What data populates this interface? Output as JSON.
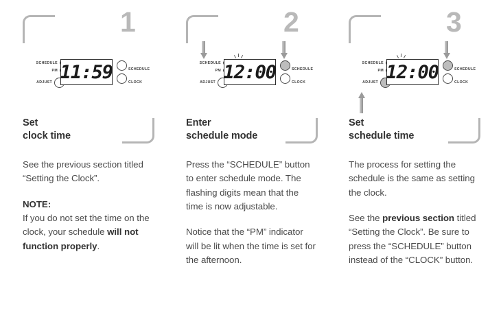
{
  "panels": [
    {
      "step": "1",
      "heading_line1": "Set",
      "heading_line2": "clock time",
      "device": {
        "display": "11:59",
        "left_labels": [
          "SCHEDULE",
          "PM",
          "ADJUST"
        ],
        "right_labels": [
          "SCHEDULE",
          "CLOCK"
        ],
        "schedule_indicator_lit": false,
        "pm_indicator_lit": false,
        "adjust_button_lit": false,
        "schedule_button_lit": false,
        "clock_button_lit": false,
        "flashing": false,
        "arrows": []
      },
      "body": [
        {
          "text": "See the previous section titled “Setting the Clock”."
        },
        {
          "note_label": "NOTE:",
          "text_pre": "If you do not set the time on the clock, your schedule ",
          "text_bold": "will not function properly",
          "text_post": "."
        }
      ]
    },
    {
      "step": "2",
      "heading_line1": "Enter",
      "heading_line2": "schedule mode",
      "device": {
        "display": "12:00",
        "left_labels": [
          "SCHEDULE",
          "PM",
          "ADJUST"
        ],
        "right_labels": [
          "SCHEDULE",
          "CLOCK"
        ],
        "schedule_indicator_lit": true,
        "pm_indicator_lit": false,
        "adjust_button_lit": false,
        "schedule_button_lit": true,
        "clock_button_lit": false,
        "flashing": true,
        "arrows": [
          "down-to-schedule-indicator",
          "down-to-schedule-button"
        ]
      },
      "body": [
        {
          "text": "Press the “SCHEDULE” button to enter schedule mode. The flashing digits mean that the time is now adjustable."
        },
        {
          "text": "Notice that the “PM” indicator will be lit when the time is set for the afternoon."
        }
      ]
    },
    {
      "step": "3",
      "heading_line1": "Set",
      "heading_line2": "schedule time",
      "device": {
        "display": "12:00",
        "left_labels": [
          "SCHEDULE",
          "PM",
          "ADJUST"
        ],
        "right_labels": [
          "SCHEDULE",
          "CLOCK"
        ],
        "schedule_indicator_lit": false,
        "pm_indicator_lit": false,
        "adjust_button_lit": true,
        "schedule_button_lit": true,
        "clock_button_lit": false,
        "flashing": true,
        "arrows": [
          "up-to-adjust-button",
          "down-to-schedule-button"
        ]
      },
      "body": [
        {
          "text": "The process for setting the schedule is the same as setting the clock."
        },
        {
          "text_pre": "See the ",
          "text_bold": "previous section",
          "text_post": " titled “Setting the Clock”. Be sure to press the “SCHEDULE” button instead of the “CLOCK” button."
        }
      ]
    }
  ],
  "colors": {
    "bracket": "#b5b5b5",
    "step_number": "#b9b9b9",
    "heading": "#333333",
    "body_text": "#4a4a4a",
    "lcd_digit": "#1b1b1b",
    "lit_fill": "#bdbdbd",
    "arrow": "#9a9a9a"
  }
}
